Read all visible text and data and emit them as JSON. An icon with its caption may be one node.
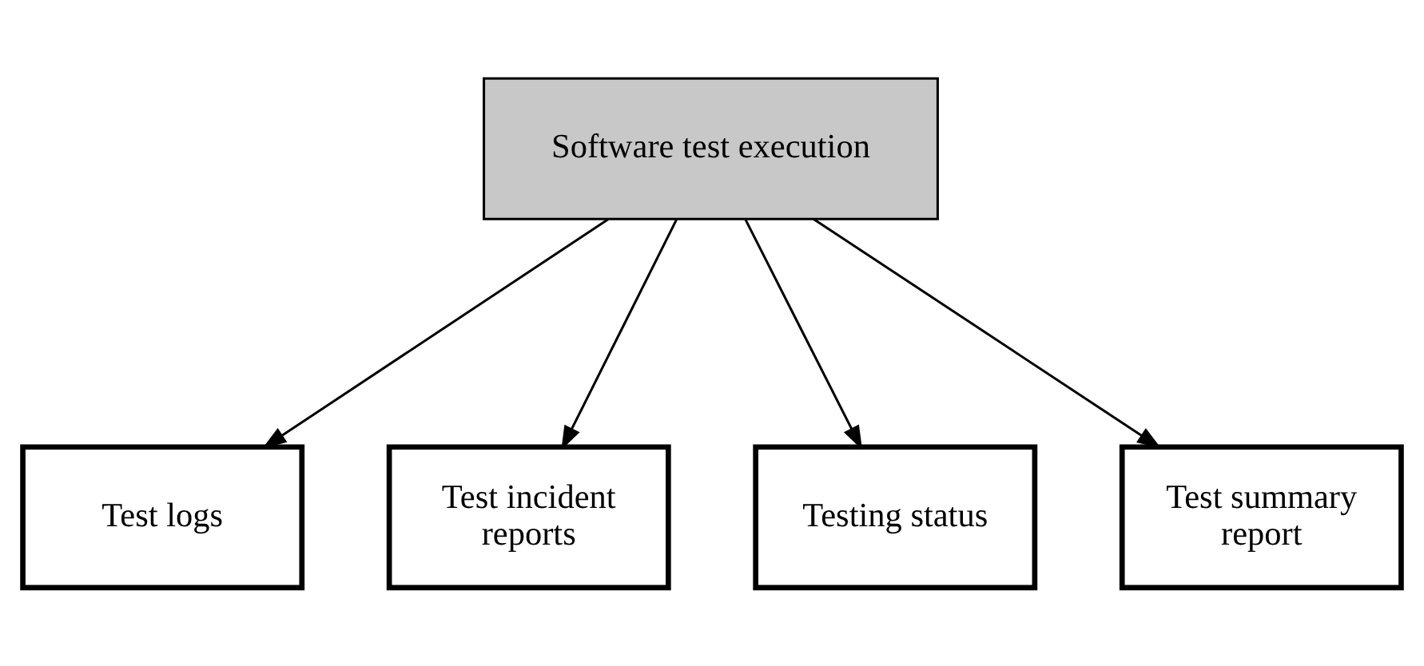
{
  "diagram": {
    "nodes": [
      {
        "text": [
          "Software test execution"
        ]
      },
      {
        "text": [
          "Test logs"
        ]
      },
      {
        "text": [
          "Test incident reports"
        ]
      },
      {
        "text": [
          "Testing status"
        ]
      },
      {
        "text": [
          "Test summary report"
        ]
      }
    ],
    "edges": [
      {
        "from": 0,
        "to": 1,
        "arrow": "to"
      },
      {
        "from": 0,
        "to": 2,
        "arrow": "to"
      },
      {
        "from": 0,
        "to": 3,
        "arrow": "to"
      },
      {
        "from": 0,
        "to": 4,
        "arrow": "to"
      }
    ]
  }
}
